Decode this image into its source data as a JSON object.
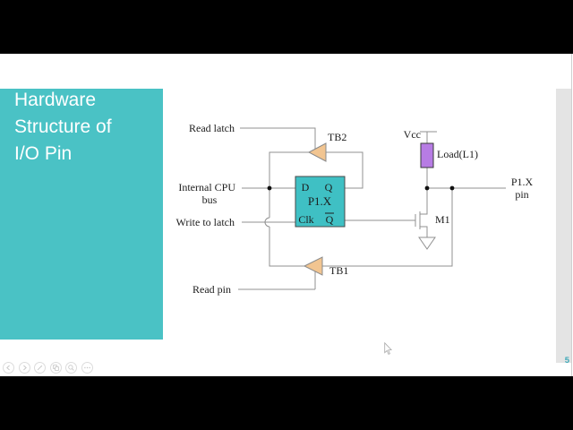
{
  "slide": {
    "number": "5",
    "title_lines": [
      "Hardware",
      "Structure of",
      "I/O Pin"
    ]
  },
  "circuit": {
    "labels": {
      "read_latch": "Read latch",
      "tb2": "TB2",
      "internal_cpu": "Internal CPU",
      "bus": "bus",
      "write_to_latch": "Write to latch",
      "read_pin": "Read pin",
      "tb1": "TB1",
      "vcc": "Vcc",
      "load": "Load(L1)",
      "m1": "M1",
      "pin_name": "P1.X",
      "pin_word": "pin"
    },
    "latch": {
      "d": "D",
      "q": "Q",
      "name": "P1.X",
      "clk": "Clk",
      "q_bar": "Q"
    }
  },
  "toolbar": {
    "icons": [
      "previous-slide",
      "next-slide",
      "pen-tools",
      "see-all-slides",
      "zoom-into-slide",
      "more-options"
    ]
  },
  "colors": {
    "accent_teal": "#4ac2c5",
    "latch_fill": "#3fc0c4",
    "buffer_fill": "#f2c591",
    "load_fill": "#b77ce4",
    "wire_gray": "#909090",
    "slide_number_teal": "#3fa9b8"
  }
}
